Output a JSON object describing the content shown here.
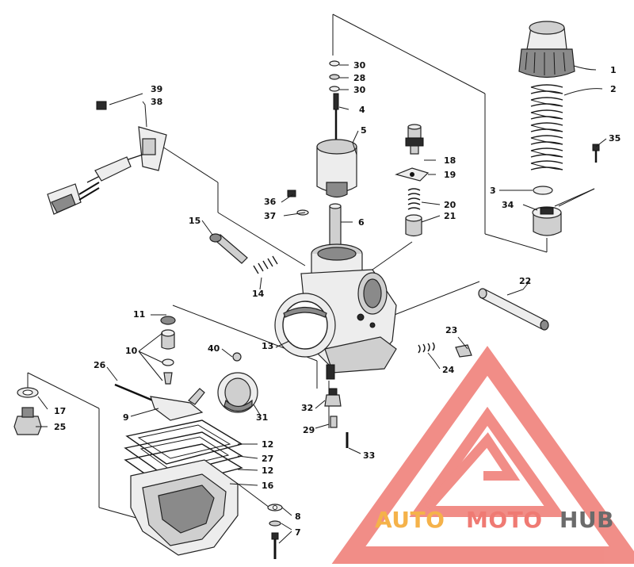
{
  "parts": {
    "p1": "1",
    "p2": "2",
    "p3": "3",
    "p4": "4",
    "p5": "5",
    "p6": "6",
    "p7": "7",
    "p8": "8",
    "p9": "9",
    "p10": "10",
    "p11": "11",
    "p12a": "12",
    "p12b": "12",
    "p13": "13",
    "p14": "14",
    "p15": "15",
    "p16": "16",
    "p17": "17",
    "p18": "18",
    "p19": "19",
    "p20": "20",
    "p21": "21",
    "p22": "22",
    "p23": "23",
    "p24": "24",
    "p25": "25",
    "p26": "26",
    "p27": "27",
    "p28": "28",
    "p29": "29",
    "p30a": "30",
    "p30b": "30",
    "p31": "31",
    "p32": "32",
    "p33": "33",
    "p34": "34",
    "p35": "35",
    "p36": "36",
    "p37": "37",
    "p38": "38",
    "p39": "39",
    "p40": "40"
  },
  "watermark": {
    "word1": "AUTO",
    "word2": "MOTO",
    "word3": "HUB",
    "color_orange": "#f5b24a",
    "color_red": "#ef7a73",
    "color_grey": "#6b6b6b"
  }
}
